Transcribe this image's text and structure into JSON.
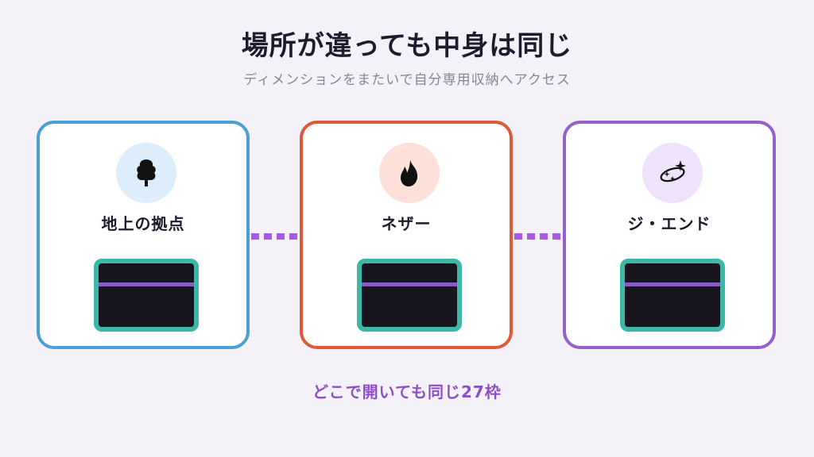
{
  "title": "場所が違っても中身は同じ",
  "subtitle": "ディメンションをまたいで自分専用収納へアクセス",
  "cards": [
    {
      "label": "地上の拠点",
      "icon": "tree-icon",
      "accent": "#4a9fd4"
    },
    {
      "label": "ネザー",
      "icon": "fire-icon",
      "accent": "#e0583c"
    },
    {
      "label": "ジ・エンド",
      "icon": "sparkle-orbit-icon",
      "accent": "#9560c8"
    }
  ],
  "chest": {
    "frame_color": "#3fb7a8",
    "body_color": "#18151f",
    "band_color": "#8b58c4"
  },
  "connector_color": "#a85ae0",
  "footer": "どこで開いても同じ27枠"
}
